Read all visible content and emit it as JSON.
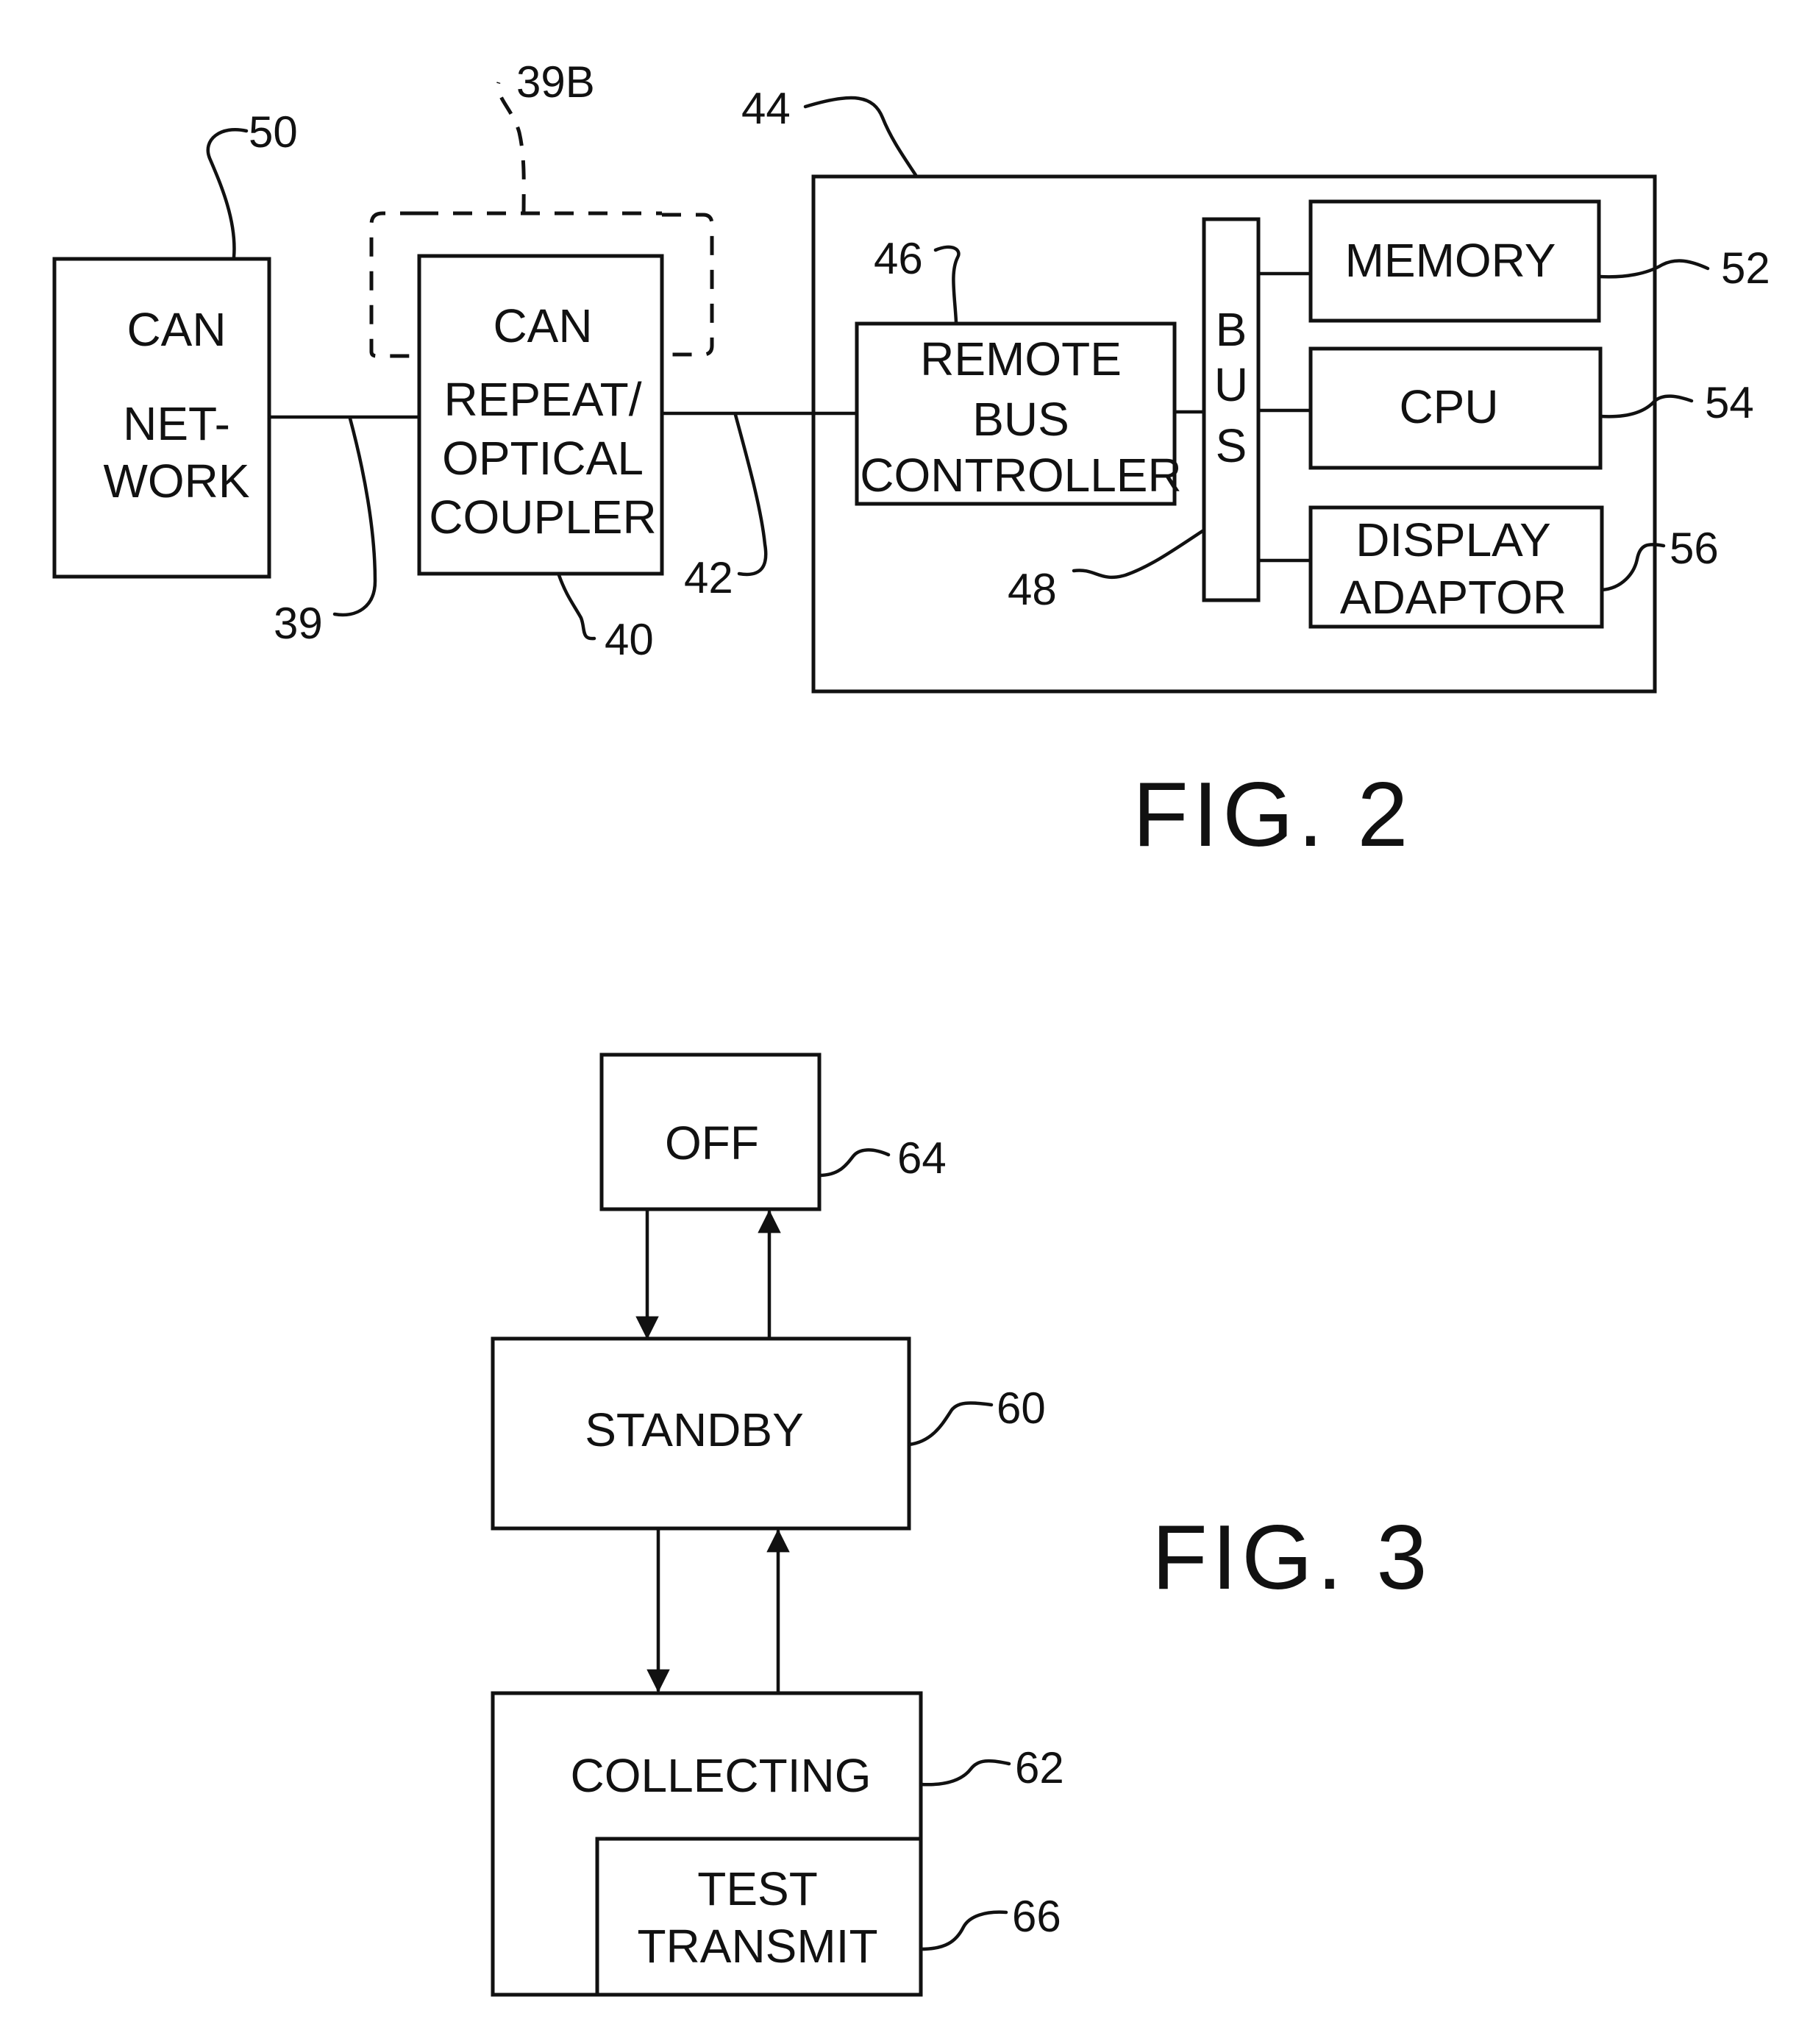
{
  "fig2": {
    "title": "FIG. 2",
    "can_network": {
      "line1": "CAN",
      "line2": "NET-",
      "line3": "WORK",
      "ref": "50"
    },
    "repeater": {
      "line1": "CAN",
      "line2": "REPEAT/",
      "line3": "OPTICAL",
      "line4": "COUPLER",
      "ref": "40"
    },
    "dashed_ref": "39B",
    "link_left_ref": "39",
    "link_right_ref": "42",
    "computer_ref": "44",
    "remote_bus_controller": {
      "line1": "REMOTE",
      "line2": "BUS",
      "line3": "CONTROLLER",
      "ref": "46"
    },
    "bus": {
      "letters": [
        "B",
        "U",
        "S"
      ],
      "ref": "48"
    },
    "memory": {
      "label": "MEMORY",
      "ref": "52"
    },
    "cpu": {
      "label": "CPU",
      "ref": "54"
    },
    "display_adaptor": {
      "line1": "DISPLAY",
      "line2": "ADAPTOR",
      "ref": "56"
    }
  },
  "fig3": {
    "title": "FIG. 3",
    "off": {
      "label": "OFF",
      "ref": "64"
    },
    "standby": {
      "label": "STANDBY",
      "ref": "60"
    },
    "collecting": {
      "label": "COLLECTING",
      "ref": "62"
    },
    "test_transmit": {
      "line1": "TEST",
      "line2": "TRANSMIT",
      "ref": "66"
    }
  }
}
